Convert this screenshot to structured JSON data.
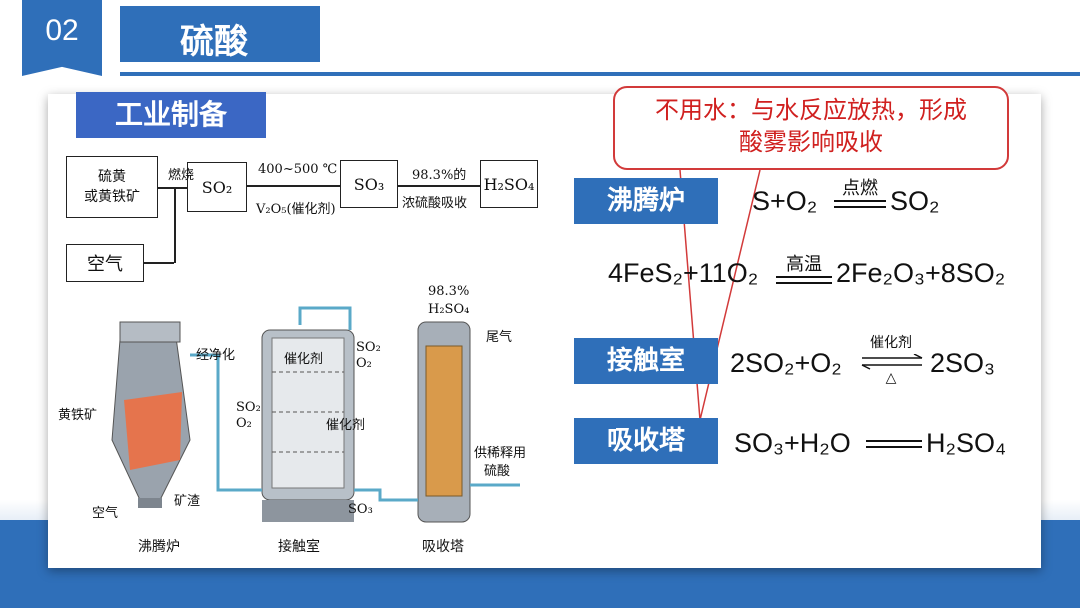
{
  "header": {
    "section_number": "02",
    "title": "硫酸"
  },
  "section_tag": "工业制备",
  "flowchart": {
    "raw_material": "硫黄\n或黄铁矿",
    "air": "空气",
    "burn_label": "燃烧",
    "so2": "SO₂",
    "temp_label": "400~500 ℃",
    "catalyst_label": "V₂O₅(催化剂)",
    "so3": "SO₃",
    "conc_label_top": "98.3%的",
    "conc_label_bottom": "浓硫酸吸收",
    "h2so4": "H₂SO₄"
  },
  "diagram": {
    "furnace_name": "沸腾炉",
    "contact_name": "接触室",
    "tower_name": "吸收塔",
    "pyrite": "黄铁矿",
    "air_in": "空气",
    "slag": "矿渣",
    "purify": "经净化",
    "so2_o2_a": "SO₂",
    "so2_o2_b": "O₂",
    "so2_o2_c": "SO₂",
    "so2_o2_d": "O₂",
    "catalyst_top": "催化剂",
    "catalyst_mid": "催化剂",
    "so3_label": "SO₃",
    "acid_top_a": "98.3%",
    "acid_top_b": "H₂SO₄",
    "tail_gas": "尾气",
    "dilute_a": "供稀释用",
    "dilute_b": "硫酸"
  },
  "callout": {
    "line1": "不用水：与水反应放热，形成",
    "line2": "酸雾影响吸收"
  },
  "equipment": [
    {
      "name": "沸腾炉"
    },
    {
      "name": "接触室"
    },
    {
      "name": "吸收塔"
    }
  ],
  "equations": {
    "eq1_left": "S+O₂",
    "eq1_cond": "点燃",
    "eq1_right": "SO₂",
    "eq2_left": "4FeS₂+11O₂",
    "eq2_cond": "高温",
    "eq2_right": "2Fe₂O₃+8SO₂",
    "eq3_left": "2SO₂+O₂",
    "eq3_cond_top": "催化剂",
    "eq3_cond_bottom": "△",
    "eq3_right": "2SO₃",
    "eq4_left": "SO₃+H₂O",
    "eq4_right": "H₂SO₄"
  },
  "colors": {
    "brand_blue": "#2f6fb9",
    "tag_blue": "#3b67c4",
    "callout_red": "#d0201f"
  }
}
